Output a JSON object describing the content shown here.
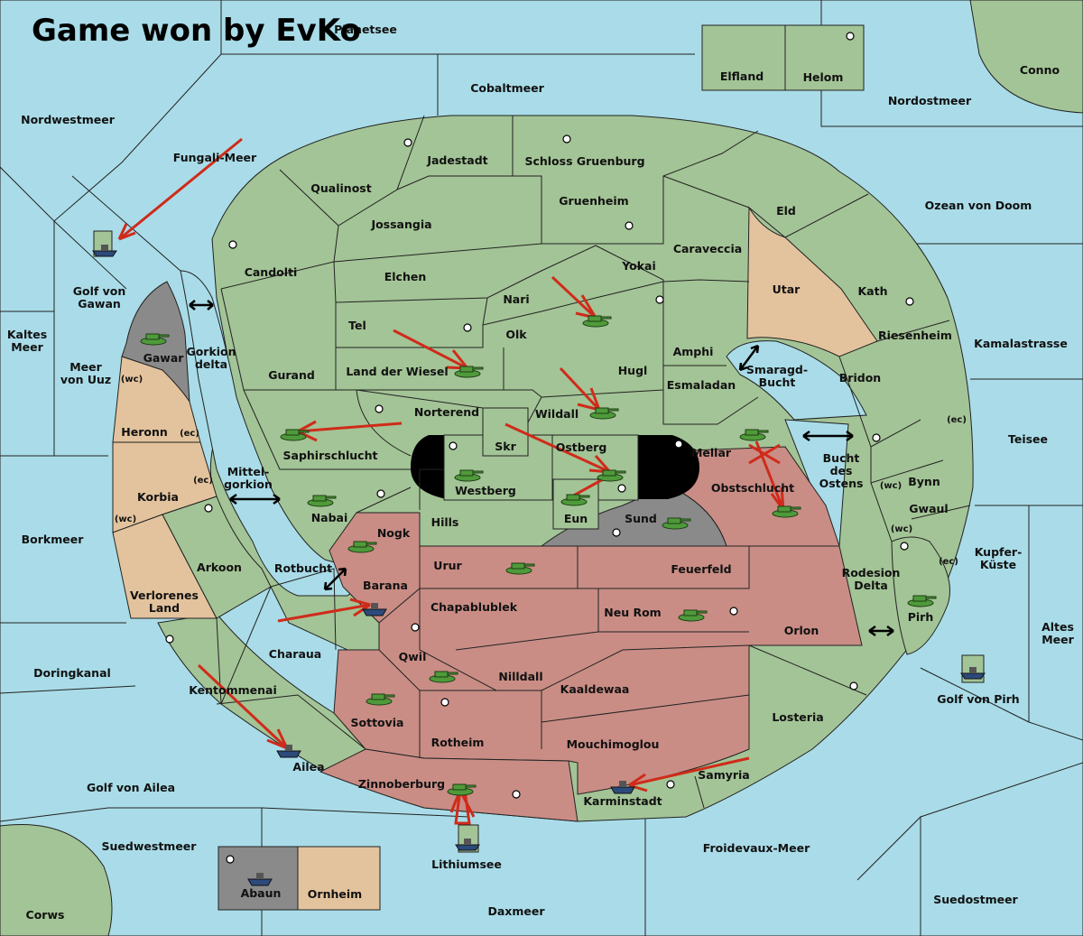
{
  "title": "Game won by EvKo",
  "colors": {
    "sea": "#a9dce8",
    "neutral_land": "#a3c496",
    "player_tan": "#e3c39d",
    "player_red": "#c98d85",
    "player_grey": "#8a8a8a",
    "order_arrow": "#d02b1a"
  },
  "regions": {
    "planetsee": "Planetsee",
    "cobaltmeer": "Cobaltmeer",
    "elfland": "Elfland",
    "helom": "Helom",
    "conno": "Conno",
    "nordostmeer": "Nordostmeer",
    "nordwestmeer": "Nordwestmeer",
    "fungali_meer": "Fungali-Meer",
    "golf_von_gawan": "Golf von Gawan",
    "kaltes_meer": "Kaltes Meer",
    "meer_von_uuz": "Meer von Uuz",
    "gawar": "Gawar",
    "gorkion_delta": "Gorkion delta",
    "heronn": "Heronn",
    "korbia": "Korbia",
    "verlorenes_land": "Verlorenes Land",
    "mittelgorkion": "Mittel-gorkion",
    "borkmeer": "Borkmeer",
    "doringkanal": "Doringkanal",
    "golf_von_ailea": "Golf von Ailea",
    "suedwestmeer": "Suedwestmeer",
    "corws": "Corws",
    "abaun": "Abaun",
    "ornheim": "Ornheim",
    "daxmeer": "Daxmeer",
    "lithiumsee": "Lithiumsee",
    "froidevaux_meer": "Froidevaux-Meer",
    "suedostmeer": "Suedostmeer",
    "golf_von_pirh": "Golf von Pirh",
    "altes_meer": "Altes Meer",
    "kupfer_kueste": "Kupfer-Küste",
    "teisee": "Teisee",
    "kamalastrasse": "Kamalastrasse",
    "ozean_von_doom": "Ozean von Doom",
    "jadestadt": "Jadestadt",
    "schloss_gruenburg": "Schloss Gruenburg",
    "qualinost": "Qualinost",
    "gruenheim": "Gruenheim",
    "eld": "Eld",
    "jossangia": "Jossangia",
    "caraveccia": "Caraveccia",
    "candolti": "Candolti",
    "elchen": "Elchen",
    "yokai": "Yokai",
    "utar": "Utar",
    "kath": "Kath",
    "nari": "Nari",
    "tel": "Tel",
    "olk": "Olk",
    "riesenheim": "Riesenheim",
    "amphi": "Amphi",
    "land_der_wiesel": "Land der Wiesel",
    "hugl": "Hugl",
    "smaragd_bucht": "Smaragd-Bucht",
    "gurand": "Gurand",
    "bridon": "Bridon",
    "esmaladan": "Esmaladan",
    "norterend": "Norterend",
    "wildall": "Wildall",
    "saphirschlucht": "Saphirschlucht",
    "skr": "Skr",
    "ostberg": "Ostberg",
    "mellar": "Mellar",
    "bucht_des_ostens": "Bucht des Ostens",
    "westberg": "Westberg",
    "obstschlucht": "Obstschlucht",
    "bynn": "Bynn",
    "nabai": "Nabai",
    "hills": "Hills",
    "eun": "Eun",
    "sund": "Sund",
    "gwaul": "Gwaul",
    "nogk": "Nogk",
    "arkoon": "Arkoon",
    "rotbucht": "Rotbucht",
    "urur": "Urur",
    "feuerfeld": "Feuerfeld",
    "rodesion_delta": "Rodesion Delta",
    "barana": "Barana",
    "chapablublek": "Chapablublek",
    "neu_rom": "Neu Rom",
    "pirh": "Pirh",
    "orlon": "Orlon",
    "charaua": "Charaua",
    "qwil": "Qwil",
    "nilldall": "Nilldall",
    "kaaldewaa": "Kaaldewaa",
    "kentommenai": "Kentommenai",
    "sottovia": "Sottovia",
    "losteria": "Losteria",
    "rotheim": "Rotheim",
    "mouchimoglou": "Mouchimoglou",
    "ailea": "Ailea",
    "zinnoberburg": "Zinnoberburg",
    "samyria": "Samyria",
    "karminstadt": "Karminstadt"
  },
  "coast_tags": {
    "wc": "(wc)",
    "ec": "(ec)"
  }
}
